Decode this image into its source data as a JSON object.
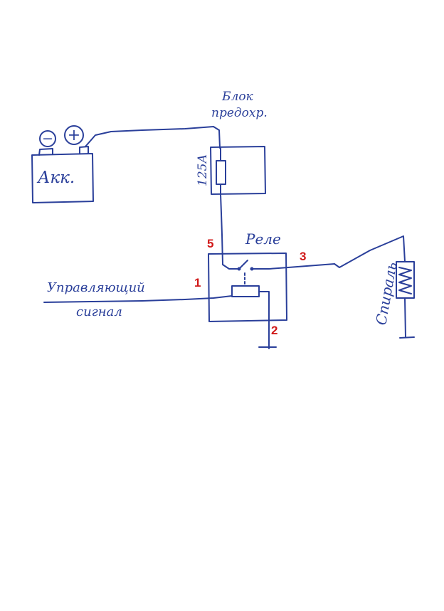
{
  "labels": {
    "fuse_block": [
      "Блок",
      "предохр."
    ],
    "fuse_rating": "125А",
    "battery": "Акк.",
    "battery_minus": "−",
    "battery_plus": "+",
    "relay": "Реле",
    "control_signal": [
      "Управляющий",
      "сигнал"
    ],
    "heater": "Спираль"
  },
  "pins": {
    "p5": "5",
    "p3": "3",
    "p1": "1",
    "p2": "2"
  },
  "colors": {
    "ink": "#2a3f9a",
    "pin_numbers": "#d01818",
    "paper": "#ffffff"
  }
}
